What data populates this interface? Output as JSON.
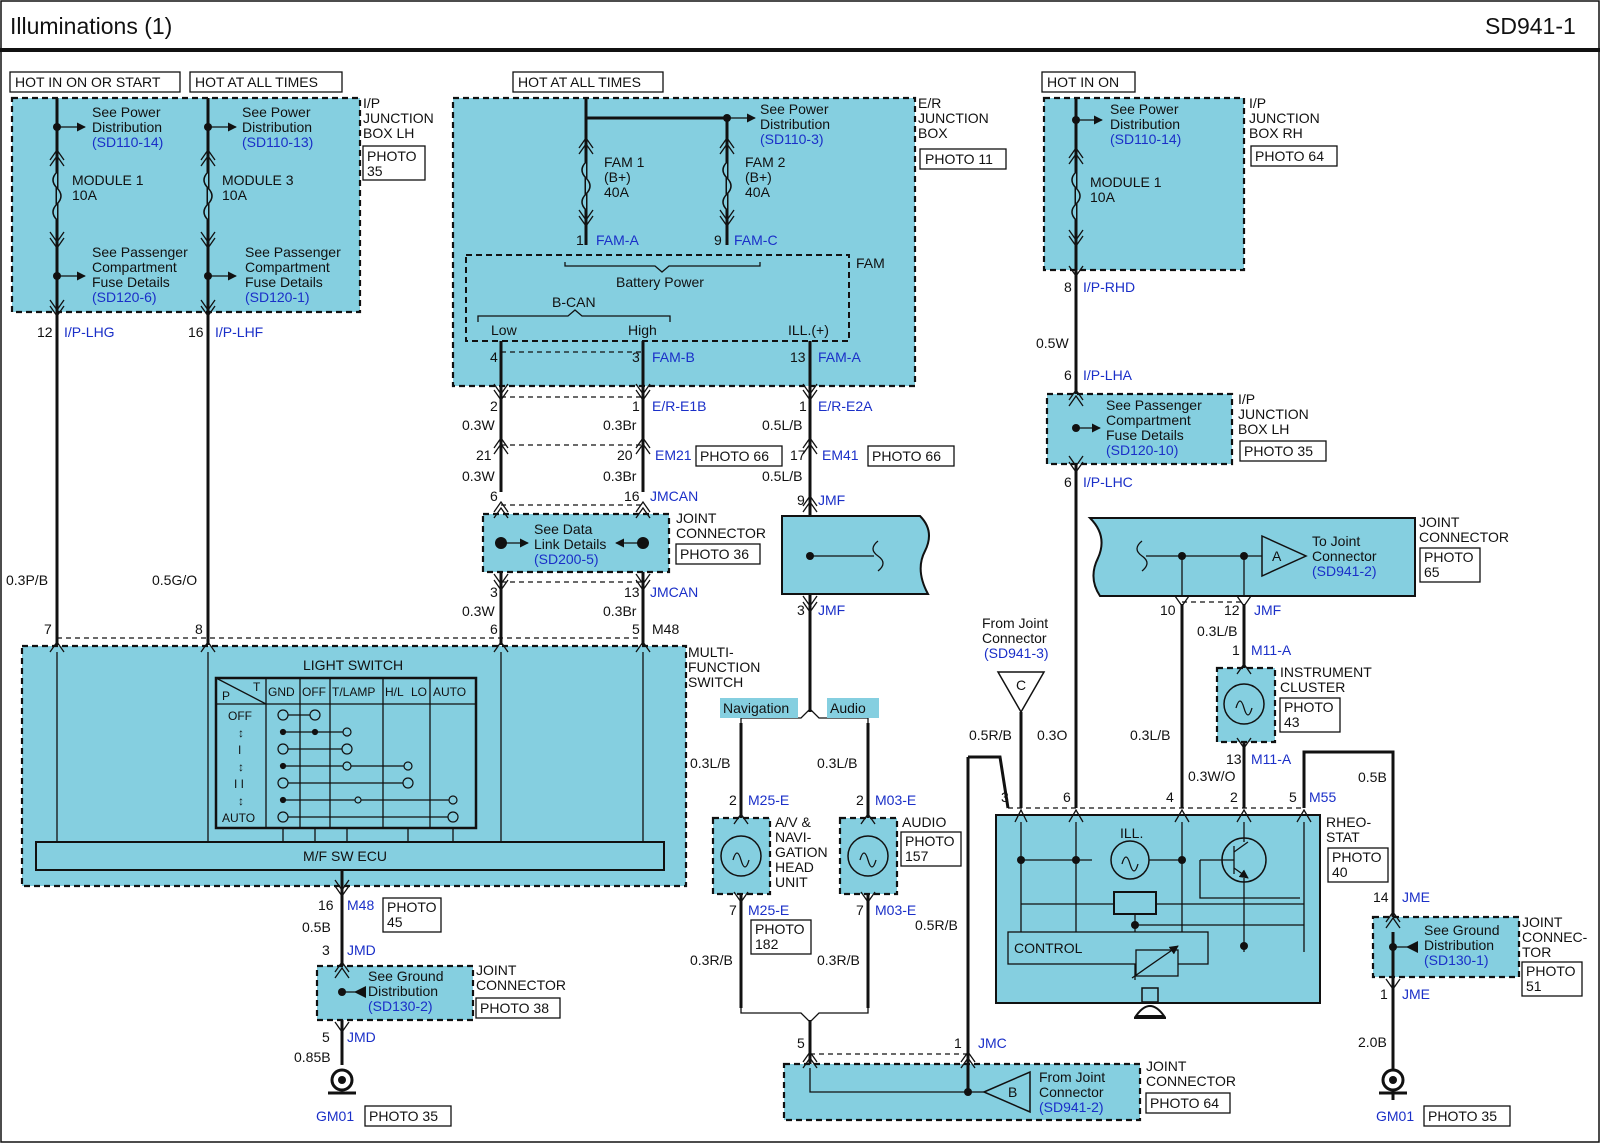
{
  "header": {
    "title": "Illuminations (1)",
    "code": "SD941-1"
  },
  "power": {
    "hot_on_start": "HOT IN ON OR START",
    "hot_all_1": "HOT AT ALL TIMES",
    "hot_all_2": "HOT AT ALL TIMES",
    "hot_on": "HOT IN ON"
  },
  "ipjb_lh": {
    "label": [
      "I/P",
      "JUNCTION",
      "BOX LH"
    ],
    "photo": [
      "PHOTO",
      "35"
    ],
    "pd1": [
      "See Power",
      "Distribution"
    ],
    "pd1_ref": "(SD110-14)",
    "pd2": [
      "See Power",
      "Distribution"
    ],
    "pd2_ref": "(SD110-13)",
    "fuse1": [
      "MODULE 1",
      "10A"
    ],
    "fuse2": [
      "MODULE 3",
      "10A"
    ],
    "pc1": [
      "See Passenger",
      "Compartment",
      "Fuse Details"
    ],
    "pc1_ref": "(SD120-6)",
    "pc2": [
      "See Passenger",
      "Compartment",
      "Fuse Details"
    ],
    "pc2_ref": "(SD120-1)",
    "pin1": "12",
    "conn1": "I/P-LHG",
    "pin2": "16",
    "conn2": "I/P-LHF",
    "wire1": "0.3P/B",
    "wire2": "0.5G/O"
  },
  "erjb": {
    "label": [
      "E/R",
      "JUNCTION",
      "BOX"
    ],
    "photo": "PHOTO 11",
    "pd": [
      "See Power",
      "Distribution"
    ],
    "pd_ref": "(SD110-3)",
    "fam1": [
      "FAM 1",
      "(B+)",
      "40A"
    ],
    "fam2": [
      "FAM 2",
      "(B+)",
      "40A"
    ],
    "pin_a": "1",
    "conn_a": "FAM-A",
    "pin_c": "9",
    "conn_c": "FAM-C",
    "fam": "FAM",
    "battery": "Battery Power",
    "bcan": "B-CAN",
    "low": "Low",
    "high": "High",
    "ill": "ILL.(+)",
    "p4": "4",
    "p3": "3",
    "conn_b": "FAM-B",
    "p13": "13",
    "conn_a2": "FAM-A"
  },
  "can": {
    "e1b_p2": "2",
    "e1b_p1": "1",
    "e1b": "E/R-E1B",
    "w1": "0.3W",
    "w2": "0.3Br",
    "em21_p21": "21",
    "em21_p20": "20",
    "em21": "EM21",
    "em21_photo": "PHOTO 66",
    "w3": "0.3W",
    "w4": "0.3Br",
    "j6": "6",
    "j16": "16",
    "jmcan": "JMCAN",
    "dl": [
      "See Data",
      "Link Details"
    ],
    "dl_ref": "(SD200-5)",
    "jc": [
      "JOINT",
      "CONNECTOR"
    ],
    "jc_photo": "PHOTO 36",
    "j3": "3",
    "j13": "13",
    "jmcan2": "JMCAN",
    "w5": "0.3W",
    "w6": "0.3Br",
    "m6": "6",
    "m5": "5",
    "m48": "M48"
  },
  "ill": {
    "e2a_p1": "1",
    "e2a": "E/R-E2A",
    "w1": "0.5L/B",
    "em41_p17": "17",
    "em41": "EM41",
    "em41_photo": "PHOTO 66",
    "w2": "0.5L/B",
    "jmf_p9": "9",
    "jmf": "JMF",
    "jmf_p3": "3",
    "jmf2": "JMF"
  },
  "mfs": {
    "p7": "7",
    "p8": "8",
    "label": [
      "MULTI-",
      "FUNCTION",
      "SWITCH"
    ],
    "ls": "LIGHT SWITCH",
    "ecu": "M/F SW ECU",
    "table_head": [
      "GND",
      "OFF",
      "T/LAMP",
      "H/L",
      "LO",
      "AUTO"
    ],
    "table_p": "P",
    "table_t": "T",
    "table_rows": [
      "OFF",
      "↕",
      "I",
      "↕",
      "I I",
      "↕",
      "AUTO"
    ],
    "gnd_p16": "16",
    "gnd_conn": "M48",
    "gnd_photo": [
      "PHOTO",
      "45"
    ],
    "gnd_w": "0.5B",
    "jmd_p3": "3",
    "jmd": "JMD",
    "gd": [
      "See Ground",
      "Distribution"
    ],
    "gd_ref": "(SD130-2)",
    "jc": [
      "JOINT",
      "CONNECTOR"
    ],
    "jc_photo": "PHOTO 38",
    "jmd_p5": "5",
    "jmd2": "JMD",
    "w85": "0.85B",
    "gm": "GM01",
    "gm_photo": "PHOTO 35"
  },
  "av": {
    "nav": "Navigation",
    "audio": "Audio",
    "w1": "0.3L/B",
    "w2": "0.3L/B",
    "m25_p2": "2",
    "m25": "M25-E",
    "m03_p2": "2",
    "m03": "M03-E",
    "av_label": [
      "A/V &",
      "NAVI-",
      "GATION",
      "HEAD",
      "UNIT"
    ],
    "audio_label": "AUDIO",
    "audio_photo": [
      "PHOTO",
      "157"
    ],
    "m25_p7": "7",
    "m25b": "M25-E",
    "m03_p7": "7",
    "m03b": "M03-E",
    "av_photo": [
      "PHOTO",
      "182"
    ],
    "w3": "0.3R/B",
    "w4": "0.3R/B",
    "w5": "0.5R/B",
    "jmc_p5": "5",
    "jmc_p1": "1",
    "jmc": "JMC",
    "fjc": [
      "From Joint",
      "Connector"
    ],
    "fjc_ref": "(SD941-2)",
    "tri_b": "B",
    "jc": [
      "JOINT",
      "CONNECTOR"
    ],
    "jc_photo": "PHOTO 64"
  },
  "right": {
    "pd": [
      "See Power",
      "Distribution"
    ],
    "pd_ref": "(SD110-14)",
    "fuse": [
      "MODULE 1",
      "10A"
    ],
    "label": [
      "I/P",
      "JUNCTION",
      "BOX RH"
    ],
    "photo": "PHOTO 64",
    "rhd_p8": "8",
    "rhd": "I/P-RHD",
    "w1": "0.5W",
    "lha_p6": "6",
    "lha": "I/P-LHA",
    "pc": [
      "See Passenger",
      "Compartment",
      "Fuse Details"
    ],
    "pc_ref": "(SD120-10)",
    "label2": [
      "I/P",
      "JUNCTION",
      "BOX LH"
    ],
    "photo2": "PHOTO 35",
    "lhc_p6": "6",
    "lhc": "I/P-LHC",
    "tjc": [
      "To Joint",
      "Connector"
    ],
    "tjc_ref": "(SD941-2)",
    "tri_a": "A",
    "jc": [
      "JOINT",
      "CONNECTOR"
    ],
    "jc_photo": [
      "PHOTO",
      "65"
    ],
    "jmf_p10": "10",
    "jmf_p12": "12",
    "jmf": "JMF",
    "w2": "0.3L/B",
    "m11_p1": "1",
    "m11": "M11-A",
    "ic": [
      "INSTRUMENT",
      "CLUSTER"
    ],
    "ic_photo": [
      "PHOTO",
      "43"
    ],
    "m11_p13": "13",
    "m11b": "M11-A",
    "w_o": "0.3W/O",
    "fjc": [
      "From Joint",
      "Connector"
    ],
    "fjc_ref": "(SD941-3)",
    "tri_c": "C",
    "w3": "0.5R/B",
    "w4": "0.3O",
    "w5": "0.3L/B",
    "w6": "0.5B",
    "r3": "3",
    "r6": "6",
    "r4": "4",
    "r2": "2",
    "r5": "5",
    "m55": "M55",
    "rheo": [
      "RHEO-",
      "STAT"
    ],
    "rheo_photo": [
      "PHOTO",
      "40"
    ],
    "ill": "ILL.",
    "control": "CONTROL",
    "jme_p14": "14",
    "jme": "JME",
    "gd": [
      "See Ground",
      "Distribution"
    ],
    "gd_ref": "(SD130-1)",
    "jc2": [
      "JOINT",
      "CONNEC-",
      "TOR"
    ],
    "jc2_photo": [
      "PHOTO",
      "51"
    ],
    "jme_p1": "1",
    "jme2": "JME",
    "w7": "2.0B",
    "gm": "GM01",
    "gm_photo": "PHOTO 35"
  }
}
